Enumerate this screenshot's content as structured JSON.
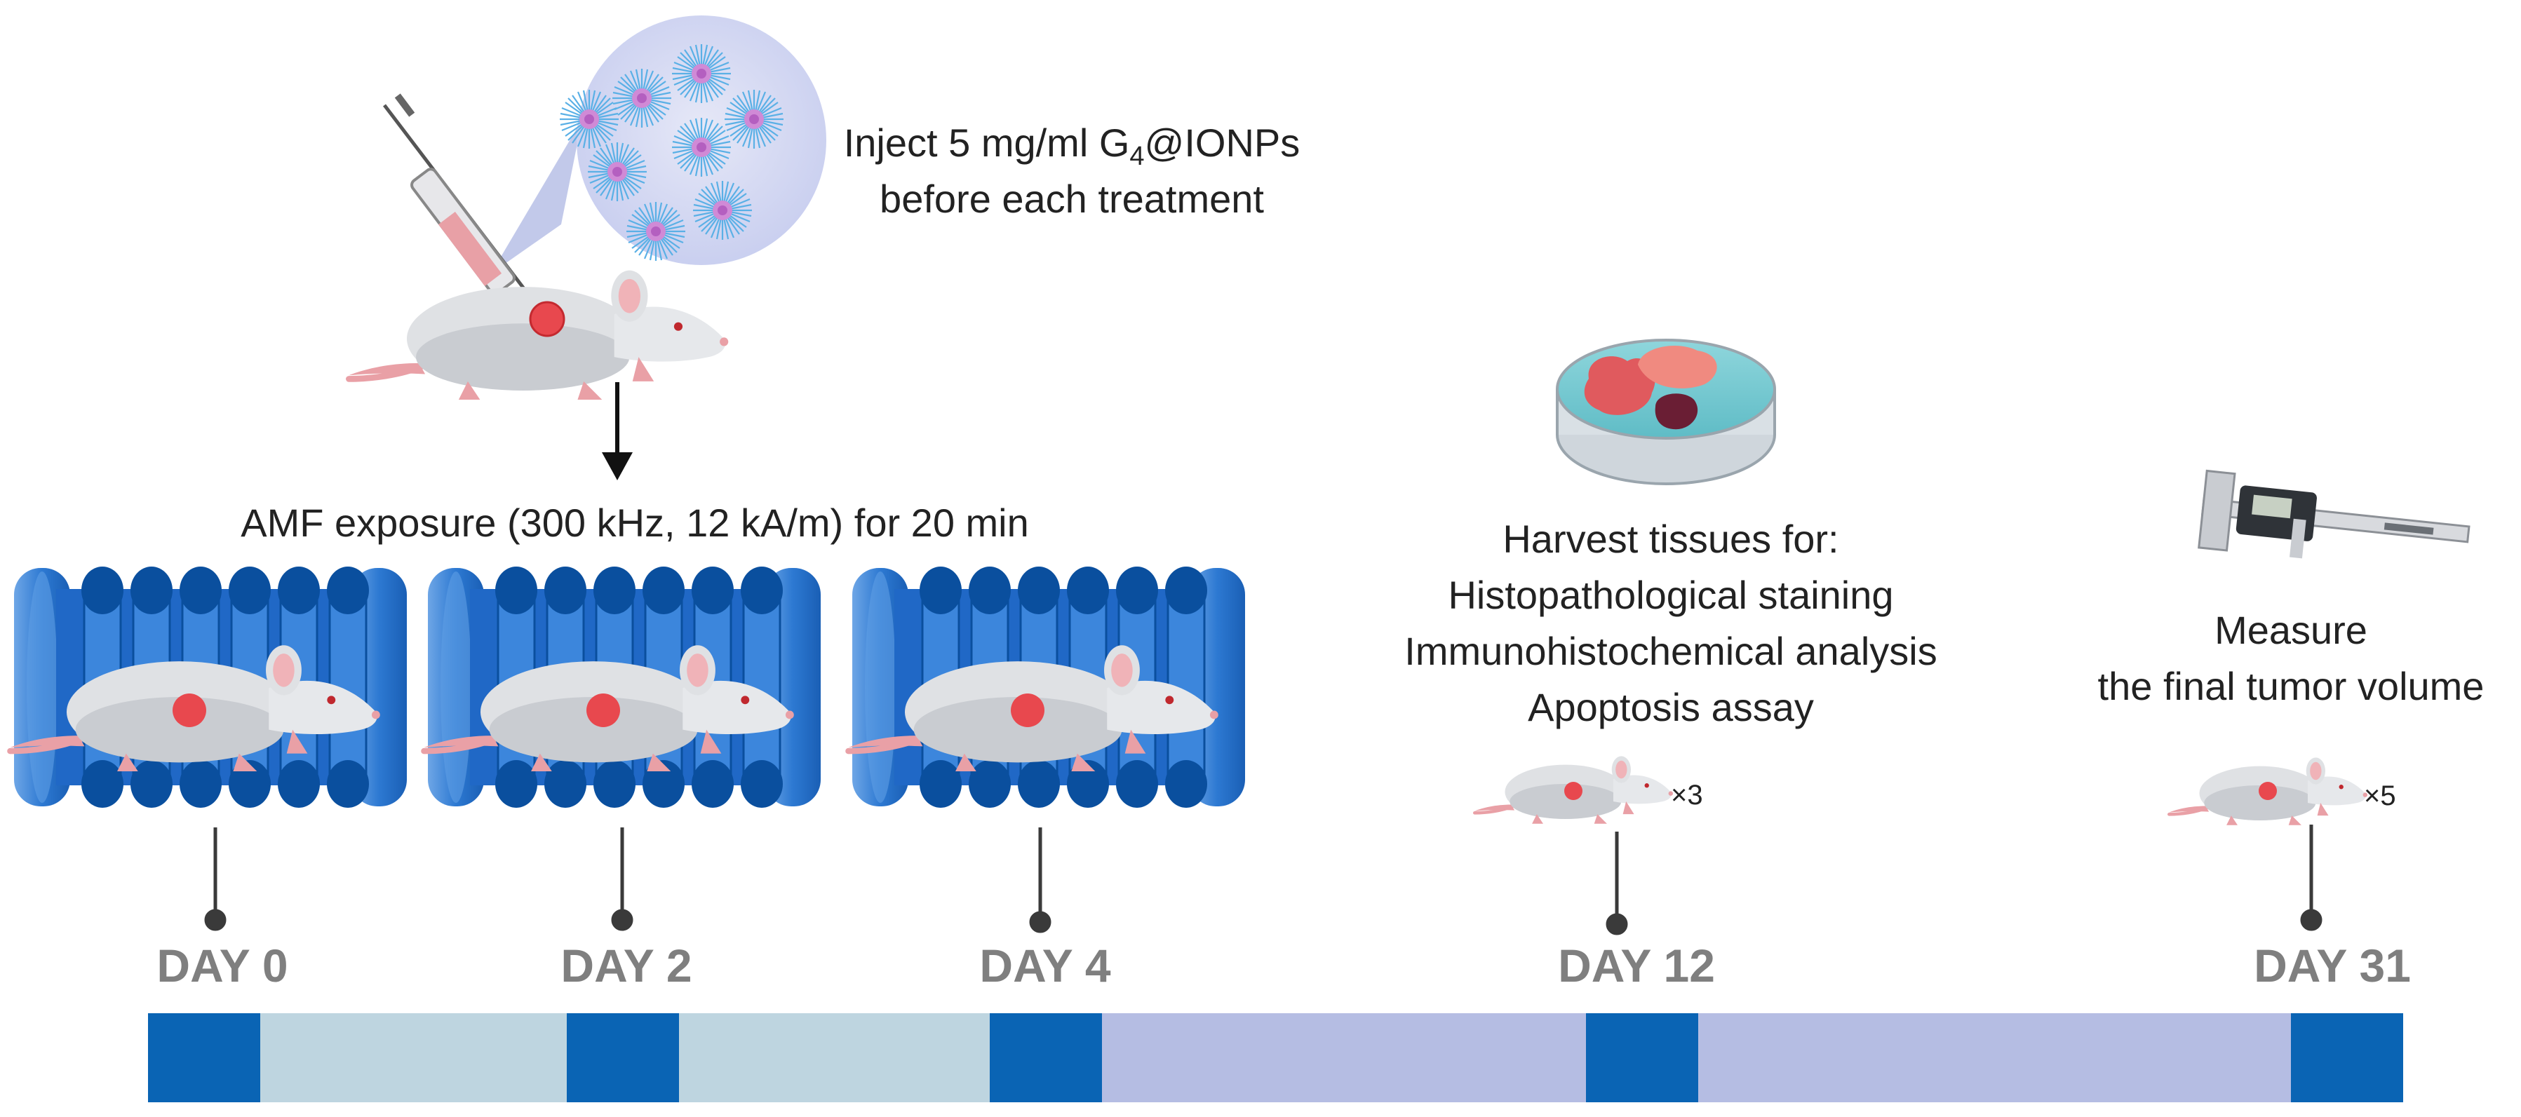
{
  "injection": {
    "text_line1_pre": "Inject 5 mg/ml G",
    "text_line1_sub": "4",
    "text_line1_post": "@IONPs",
    "text_line2": "before each treatment"
  },
  "amf": {
    "label": "AMF exposure (300 kHz, 12 kA/m) for 20 min"
  },
  "harvest": {
    "title": "Harvest tissues for:",
    "items": [
      "Histopathological staining",
      "Immunohistochemical analysis",
      "Apoptosis assay"
    ],
    "mouse_count": "×3"
  },
  "measure": {
    "line1": "Measure",
    "line2": "the final tumor volume",
    "mouse_count": "×5"
  },
  "timeline": {
    "days": [
      "DAY 0",
      "DAY 2",
      "DAY 4",
      "DAY 12",
      "DAY 31"
    ]
  },
  "colors": {
    "coil_blue": "#1e64c8",
    "coil_dark": "#0a4f9e",
    "timeline_dark": "#0a64b4",
    "timeline_light_blue": "#bed5e0",
    "timeline_lavender": "#b5bde3",
    "day_label": "#7f7f7f",
    "tumor": "#e8484e",
    "mouse_body": "#dfe1e4"
  }
}
